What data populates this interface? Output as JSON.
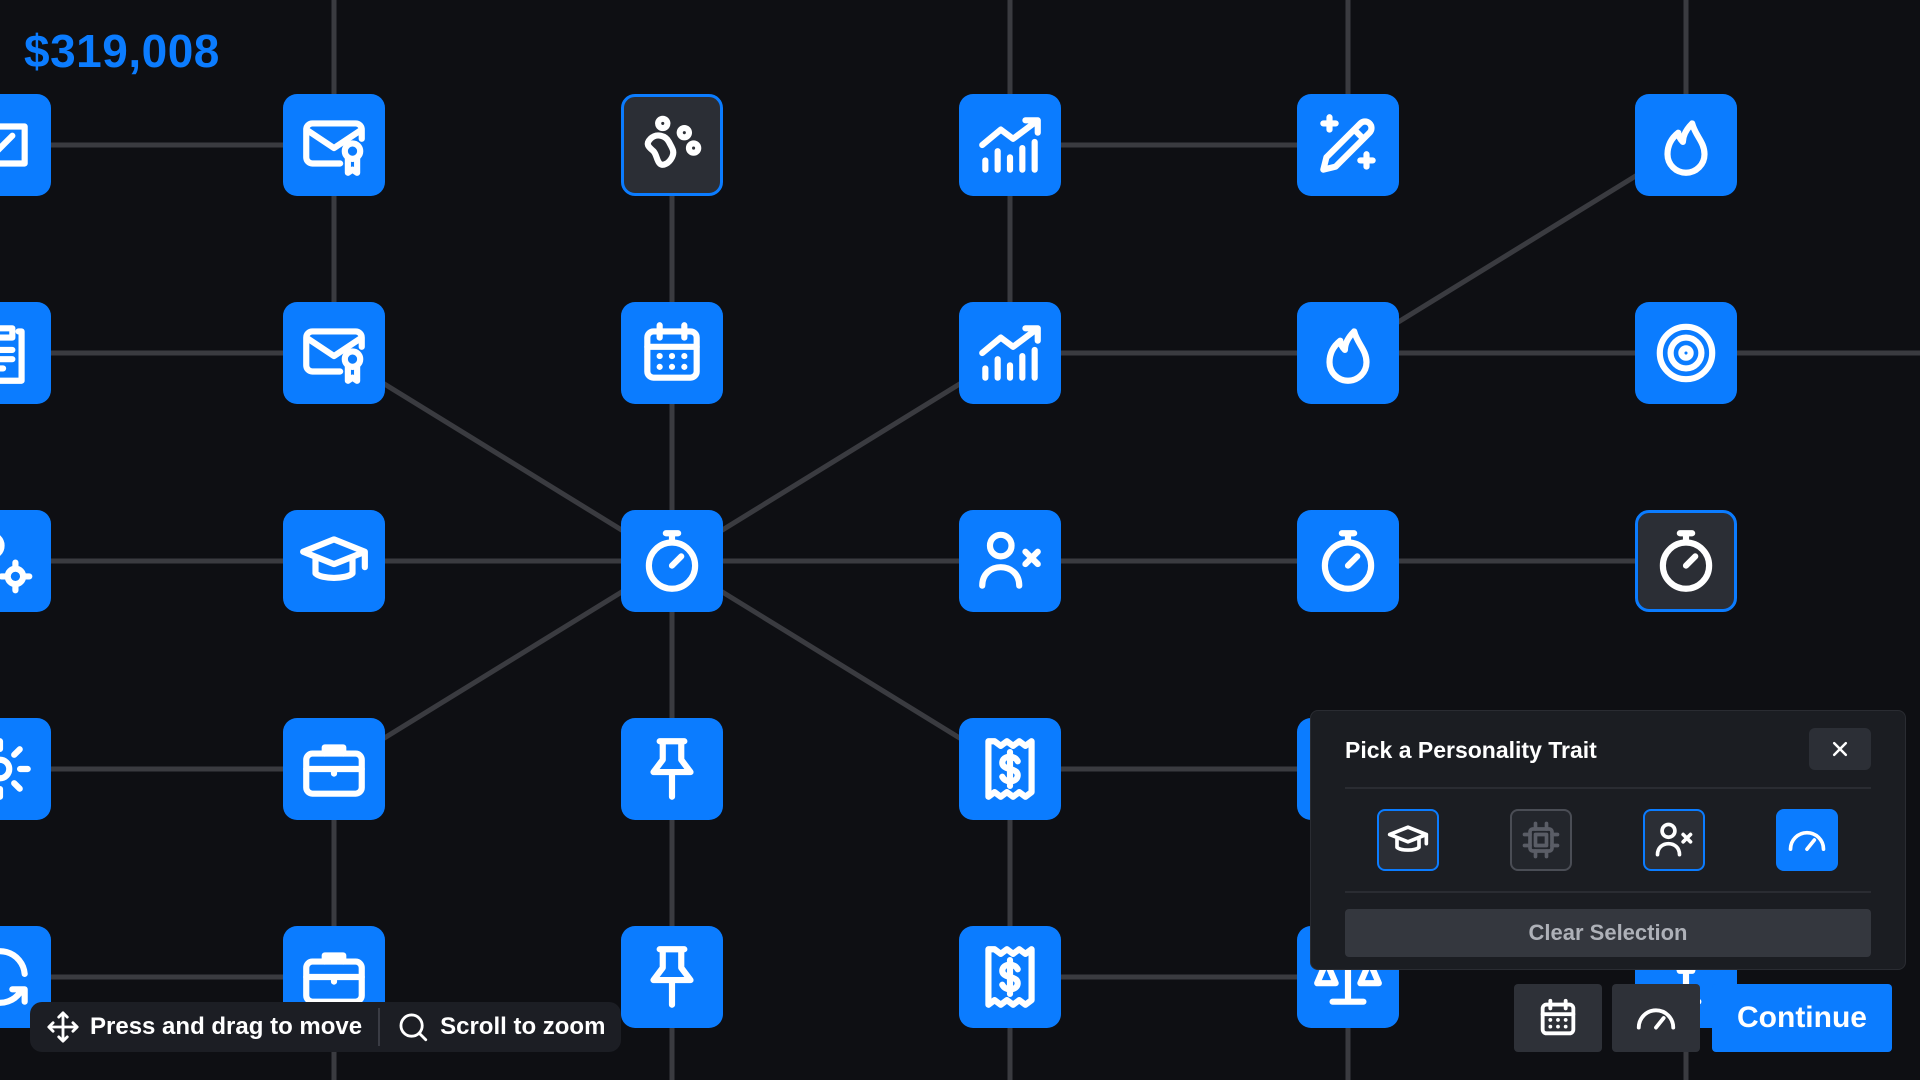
{
  "money": "$319,008",
  "hints": {
    "move_label": "Press and drag to move",
    "zoom_label": "Scroll to zoom"
  },
  "panel": {
    "title": "Pick a Personality Trait",
    "clear_label": "Clear Selection",
    "traits": [
      {
        "icon": "graduation-cap-icon",
        "state": "available"
      },
      {
        "icon": "cpu-chip-icon",
        "state": "locked"
      },
      {
        "icon": "user-x-icon",
        "state": "available"
      },
      {
        "icon": "speedometer-icon",
        "state": "selected"
      }
    ]
  },
  "toolbar": {
    "calendar_icon": "calendar-icon",
    "gauge_icon": "speedometer-icon",
    "continue_label": "Continue"
  },
  "colors": {
    "accent": "#0b7cff",
    "background": "#0e0f13",
    "locked_node": "#2b2e35",
    "link": "#3a3b40"
  },
  "skill_grid": {
    "columns": 6,
    "rows": 5,
    "nodes": [
      [
        "inbox-check-icon",
        "mail-badge-icon",
        "paw-icon",
        "trending-chart-icon",
        "magic-pencil-icon",
        "flame-icon"
      ],
      [
        "clipboard-list-icon",
        "mail-badge-icon",
        "calendar-icon",
        "trending-chart-icon",
        "flame-icon",
        "target-icon"
      ],
      [
        "user-gear-icon",
        "graduation-cap-icon",
        "stopwatch-icon",
        "user-x-icon",
        "stopwatch-icon",
        "stopwatch-icon"
      ],
      [
        "gear-icon",
        "briefcase-icon",
        "pin-icon",
        "receipt-dollar-icon",
        "flame-icon",
        "flame-icon"
      ],
      [
        "refresh-icon",
        "briefcase-icon",
        "pin-icon",
        "receipt-dollar-icon",
        "scale-icon",
        "lamp-icon"
      ]
    ],
    "locked_nodes": [
      "paw-icon row 1",
      "stopwatch-icon row 3 col 6"
    ]
  }
}
